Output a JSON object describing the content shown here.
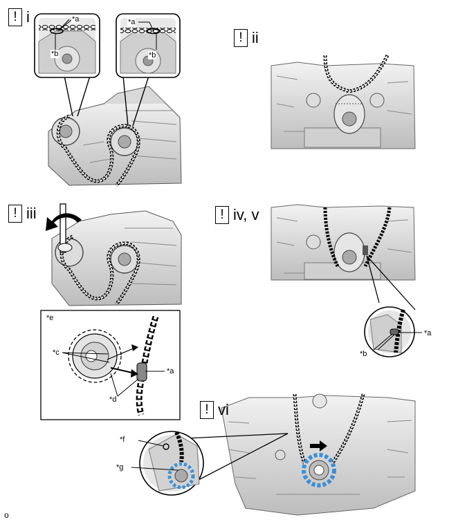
{
  "steps": [
    {
      "id": "i",
      "label": "i"
    },
    {
      "id": "ii",
      "label": "ii"
    },
    {
      "id": "iii",
      "label": "iii"
    },
    {
      "id": "iv",
      "label": "iv, v"
    },
    {
      "id": "vi",
      "label": "vi"
    }
  ],
  "warning_icon": "!",
  "callouts": {
    "a": "*a",
    "b": "*b",
    "c": "*c",
    "d": "*d",
    "e": "*e",
    "f": "*f",
    "g": "*g"
  },
  "footer": "o",
  "colors": {
    "outline": "#000000",
    "metal_light": "#e6e6e6",
    "metal_mid": "#c8c8c8",
    "metal_dark": "#8a8a8a",
    "accent_blue": "#3a8fd8"
  }
}
